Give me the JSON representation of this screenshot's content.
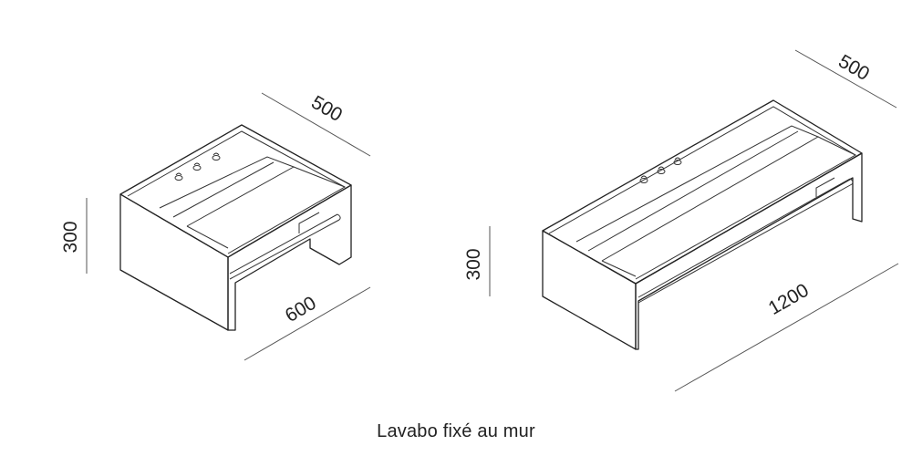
{
  "caption": "Lavabo fixé au mur",
  "small_sink": {
    "depth": "500",
    "width": "600",
    "height": "300"
  },
  "large_sink": {
    "depth": "500",
    "width": "1200",
    "height": "300"
  }
}
